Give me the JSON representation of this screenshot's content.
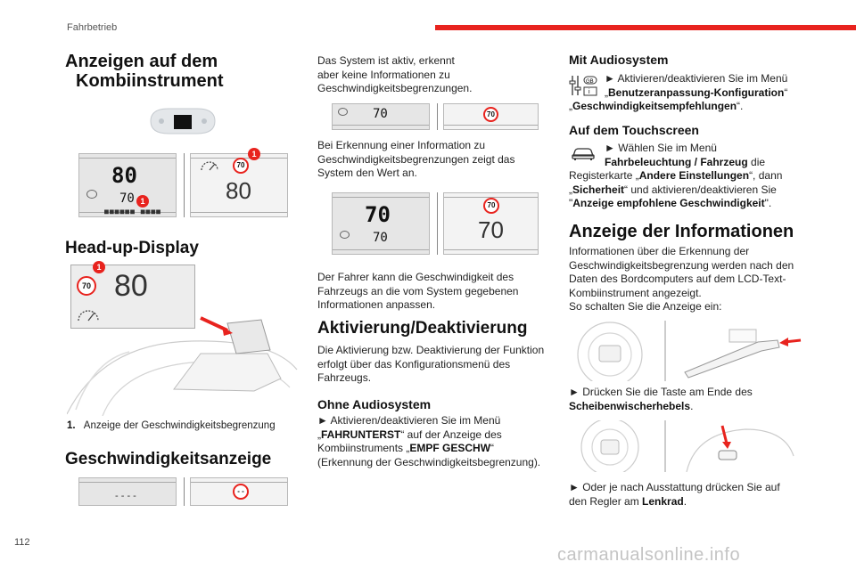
{
  "header": {
    "section": "Fahrbetrieb",
    "page_number": "112"
  },
  "watermark": "carmanualsonline.info",
  "col1": {
    "title_line1": "Anzeigen auf dem",
    "title_line2": "Kombiinstrument",
    "cluster_panel": {
      "speed_seg": "80",
      "speed_small": "70",
      "dots": "■■■■■■ ■■■■",
      "badge": "1"
    },
    "cluster_right": {
      "sign": "70",
      "speed": "80",
      "badge": "1"
    },
    "hud_title": "Head-up-Display",
    "hud": {
      "sign": "70",
      "speed": "80",
      "badge": "1"
    },
    "caption_num": "1.",
    "caption_text": "Anzeige der Geschwindigkeitsbegrenzung",
    "speed_title": "Geschwindigkeitsanzeige",
    "speed_panel": {
      "dashes": "- - - -",
      "sign": "- -"
    }
  },
  "col2": {
    "p1": [
      "Das System ist aktiv, erkennt",
      "aber keine Informationen zu",
      "Geschwindigkeitsbegrenzungen."
    ],
    "img1": {
      "speed_small": "70",
      "sign": "70"
    },
    "p2": [
      "Bei Erkennung einer Information zu",
      "Geschwindigkeitsbegrenzungen zeigt das",
      "System den Wert an."
    ],
    "img2": {
      "speed_seg": "70",
      "speed_small": "70",
      "sign": "70",
      "speed": "70"
    },
    "p3": [
      "Der Fahrer kann die Geschwindigkeit des",
      "Fahrzeugs an die vom System gegebenen",
      "Informationen anpassen."
    ],
    "act_title": "Aktivierung/Deaktivierung",
    "p4": [
      "Die Aktivierung bzw. Deaktivierung der Funktion",
      "erfolgt über das Konfigurationsmenü des",
      "Fahrzeugs."
    ],
    "ohne_title": "Ohne Audiosystem",
    "ohne_l1": "► Aktivieren/deaktivieren Sie im Menü",
    "ohne_l2a": "„",
    "ohne_l2b": "FAHRUNTERST",
    "ohne_l2c": "“ auf der Anzeige des",
    "ohne_l3a": "Kombiinstruments „",
    "ohne_l3b": "EMPF GESCHW",
    "ohne_l3c": "“",
    "ohne_l4": "(Erkennung der Geschwindigkeitsbegrenzung)."
  },
  "col3": {
    "mit_title": "Mit Audiosystem",
    "mit_l1": "► Aktivieren/deaktivieren Sie im Menü",
    "mit_l2a": "„",
    "mit_l2b": "Benutzeranpassung-Konfiguration",
    "mit_l2c": "“",
    "mit_l3a": "„",
    "mit_l3b": "Geschwindigkeitsempfehlungen",
    "mit_l3c": "“.",
    "touch_title": "Auf dem Touchscreen",
    "touch_l1": "► Wählen Sie im Menü",
    "touch_l2b": "Fahrbeleuchtung / Fahrzeug",
    "touch_l2c": " die",
    "touch_l3a": "Registerkarte „",
    "touch_l3b": "Andere Einstellungen",
    "touch_l3c": "“, dann",
    "touch_l4a": "„",
    "touch_l4b": "Sicherheit",
    "touch_l4c": "“ und aktivieren/deaktivieren Sie",
    "touch_l5a": "\"",
    "touch_l5b": "Anzeige empfohlene Geschwindigkeit",
    "touch_l5c": "\".",
    "info_title": "Anzeige der Informationen",
    "info_p": [
      "Informationen über die Erkennung der",
      "Geschwindigkeitsbegrenzung werden nach den",
      "Daten des Bordcomputers auf dem LCD-Text-",
      "Kombiinstrument angezeigt.",
      "So schalten Sie die Anzeige ein:"
    ],
    "press1_l1": "► Drücken Sie die Taste am Ende des",
    "press1_l2": "Scheibenwischerhebels",
    "press1_l2c": ".",
    "press2_l1": "► Oder je nach Ausstattung drücken Sie auf",
    "press2_l2a": "den Regler am ",
    "press2_l2b": "Lenkrad",
    "press2_l2c": ".",
    "colors": {
      "accent": "#e8231e"
    },
    "icons": [
      "gb-settings-icon",
      "car-icon"
    ]
  }
}
